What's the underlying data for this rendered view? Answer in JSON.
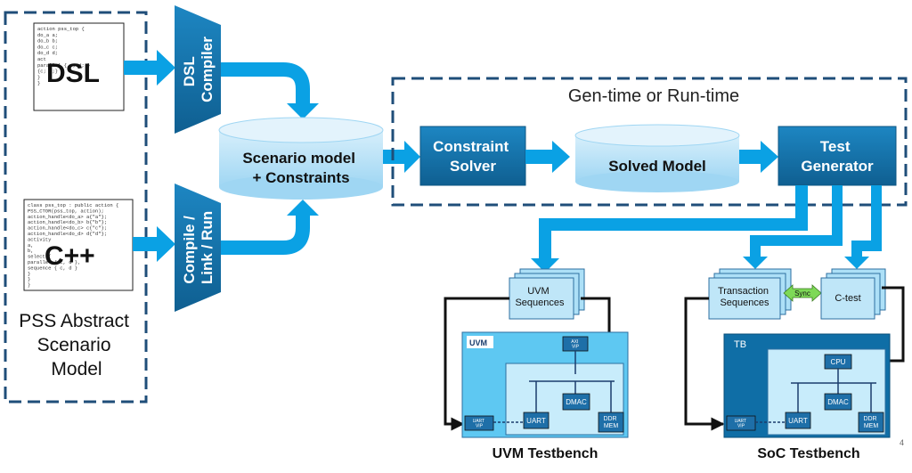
{
  "abstract_model": {
    "label_lines": [
      "PSS Abstract",
      "Scenario",
      "Model"
    ],
    "dsl_badge": "DSL",
    "cpp_badge": "C++",
    "dsl_code": [
      "action pss_top {",
      "  do_a a;",
      "  do_b b;",
      "  do_c c;",
      "  do_d d;",
      "  act",
      "    ",
      "    ",
      "    parallel { c; d; }",
      "    {c; d;}",
      "  }",
      "}"
    ],
    "cpp_code": [
      "class pss_top : public action {",
      "  PSS_CTOR(pss_top, action);",
      "  action_handle<do_a> a{\"a\"};",
      "  action_handle<do_b> b{\"b\"};",
      "  action_handle<do_c> c{\"c\"};",
      "  action_handle<do_d> d{\"d\"};",
      "  activity",
      "    a,",
      "    b,",
      "    select {",
      "      parallel { c, d },",
      "      sequence { c, d }",
      "    }",
      "  }",
      "}"
    ]
  },
  "compilers": {
    "dsl": [
      "DSL",
      "Compiler"
    ],
    "cpp": [
      "Compile /",
      "Link / Run"
    ]
  },
  "scenario_model": [
    "Scenario model",
    "+ Constraints"
  ],
  "gen_run": {
    "title": "Gen-time or Run-time",
    "constraint_solver": [
      "Constraint",
      "Solver"
    ],
    "solved_model": "Solved Model",
    "test_generator": [
      "Test",
      "Generator"
    ]
  },
  "uvm_tb": {
    "sequences": [
      "UVM",
      "Sequences"
    ],
    "logo": "UVM",
    "axi_vip": [
      "AXI",
      "VIP"
    ],
    "uart_vip": [
      "UART",
      "VIP"
    ],
    "uart": "UART",
    "dmac": "DMAC",
    "ddr_mem": [
      "DDR",
      "MEM"
    ],
    "caption": "UVM Testbench"
  },
  "soc_tb": {
    "transaction_sequences": [
      "Transaction",
      "Sequences"
    ],
    "sync": "Sync",
    "c_test": "C-test",
    "tb_label": "TB",
    "cpu": "CPU",
    "uart_vip": [
      "UART",
      "VIP"
    ],
    "uart": "UART",
    "dmac": "DMAC",
    "ddr_mem": [
      "DDR",
      "MEM"
    ],
    "caption": "SoC Testbench"
  },
  "slide_number": "4",
  "colors": {
    "arrow": "#0aa1e4",
    "dark_blue": "#1672a6",
    "cylinder": "#b9e2f7",
    "tb_light": "#5ec8f2",
    "tb_dark": "#0f6ea6",
    "dashed": "#1f4e79"
  }
}
